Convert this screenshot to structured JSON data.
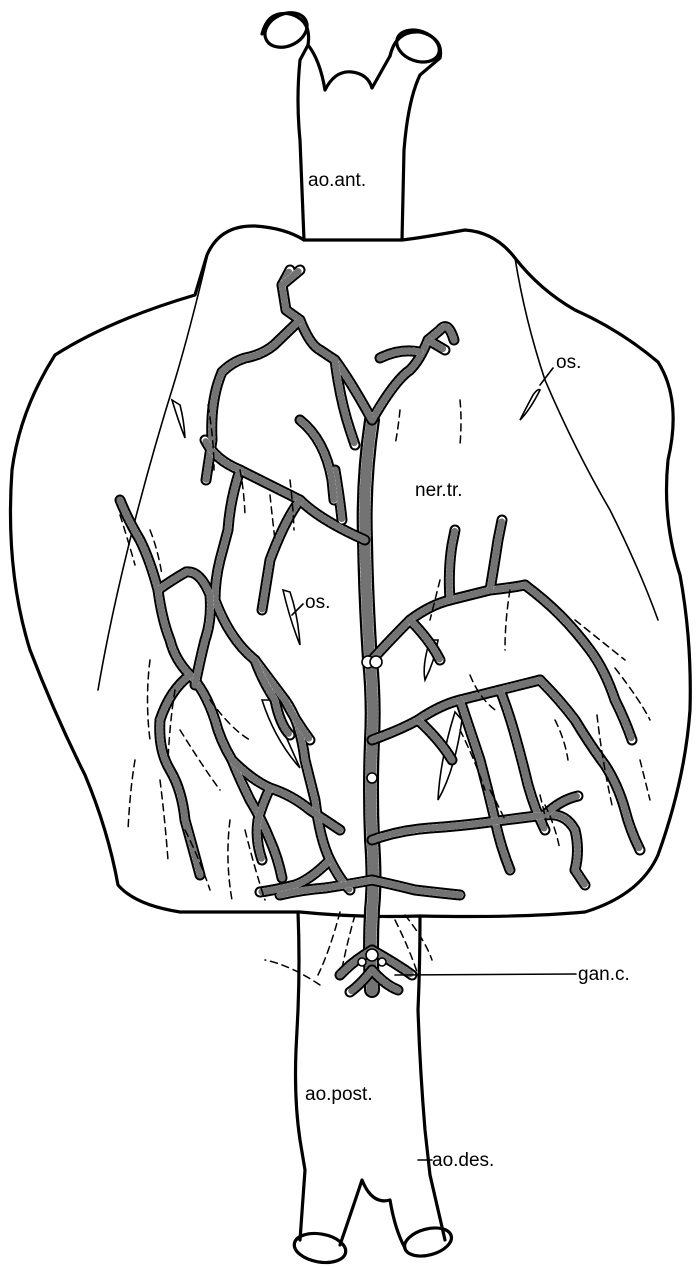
{
  "labels": {
    "ao_ant": "ao.ant.",
    "os_top": "os.",
    "ner_tr": "ner.tr.",
    "os_mid": "os.",
    "gan_c": "gan.c.",
    "ao_post": "ao.post.",
    "ao_des": "ao.des."
  }
}
